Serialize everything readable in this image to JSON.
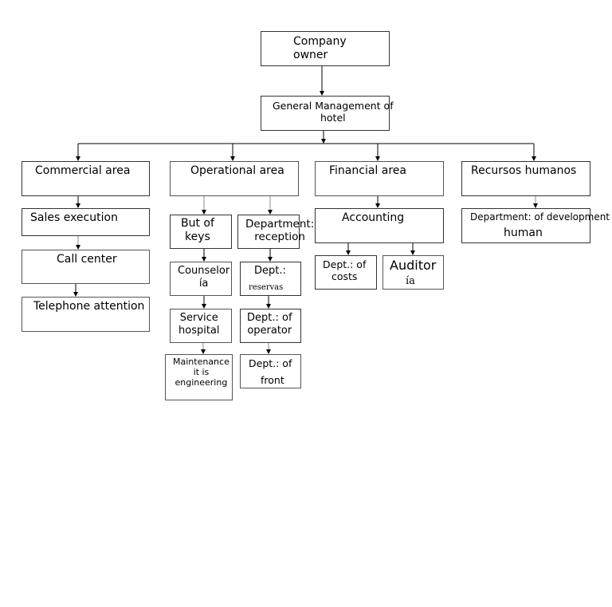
{
  "nodes": {
    "owner": "Company\nowner",
    "gm": "General Management of\nhotel",
    "commercial": "Commercial area",
    "operational": "Operational area",
    "financial": "Financial area",
    "rrhh": "Recursos humanos",
    "sales": "Sales execution",
    "callcenter": "Call center",
    "telephone": "Telephone attention",
    "keys": "But of\nkeys",
    "reception": "Department:\nreception",
    "counselor": "Counselor\nía",
    "reservas_a": "Dept.:",
    "reservas_b": "reservas",
    "service": "Service\nhospital",
    "operator": "Dept.: of\noperator",
    "maintenance": "Maintenance\nit is\nengineering",
    "front_a": "Dept.: of",
    "front_b": "front",
    "accounting": "Accounting",
    "costs": "Dept.: of\ncosts",
    "auditor_a": "Auditor",
    "auditor_b": "ía",
    "devel_a": "Department: of development",
    "devel_b": "human"
  }
}
